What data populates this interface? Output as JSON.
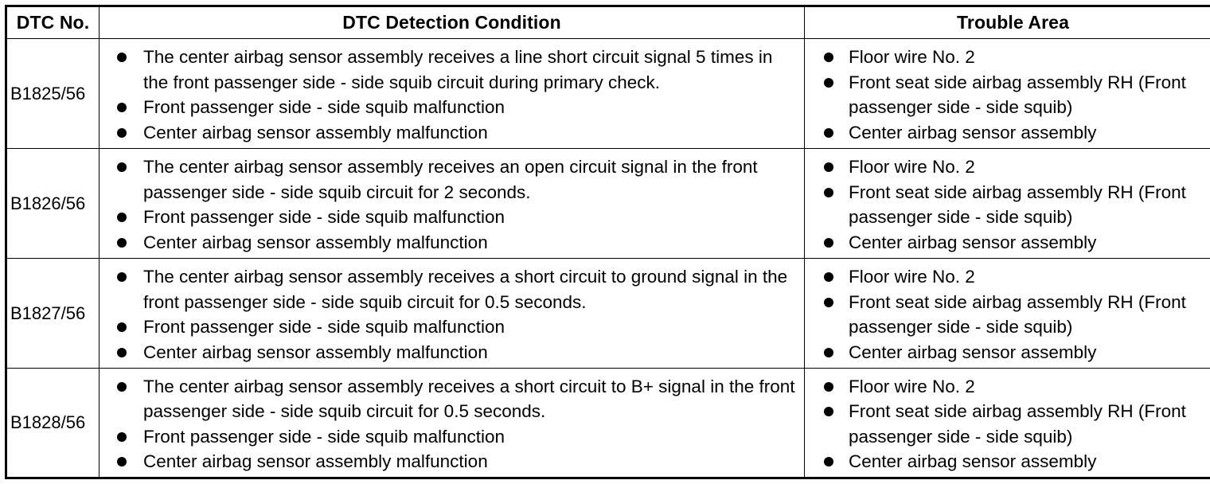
{
  "table": {
    "headers": {
      "code": "DTC No.",
      "condition": "DTC Detection Condition",
      "area": "Trouble Area"
    },
    "rows": [
      {
        "code": "B1825/56",
        "conditions": [
          "The center airbag sensor assembly receives a line short circuit signal 5 times in the front passenger side - side squib circuit during primary check.",
          "Front passenger side - side squib malfunction",
          "Center airbag sensor assembly malfunction"
        ],
        "areas": [
          "Floor wire No. 2",
          "Front seat side airbag assembly RH (Front passenger side - side squib)",
          "Center airbag sensor assembly"
        ]
      },
      {
        "code": "B1826/56",
        "conditions": [
          "The center airbag sensor assembly receives an open circuit signal in the front passenger side - side squib circuit for 2 seconds.",
          "Front passenger side - side squib malfunction",
          "Center airbag sensor assembly malfunction"
        ],
        "areas": [
          "Floor wire No. 2",
          "Front seat side airbag assembly RH (Front passenger side - side squib)",
          "Center airbag sensor assembly"
        ]
      },
      {
        "code": "B1827/56",
        "conditions": [
          "The center airbag sensor assembly receives a short circuit to ground signal in the front passenger side - side squib circuit for 0.5 seconds.",
          "Front passenger side - side squib malfunction",
          "Center airbag sensor assembly malfunction"
        ],
        "areas": [
          "Floor wire No. 2",
          "Front seat side airbag assembly RH (Front passenger side - side squib)",
          "Center airbag sensor assembly"
        ]
      },
      {
        "code": "B1828/56",
        "conditions": [
          "The center airbag sensor assembly receives a short circuit to B+ signal in the front passenger side - side squib circuit for 0.5 seconds.",
          "Front passenger side - side squib malfunction",
          "Center airbag sensor assembly malfunction"
        ],
        "areas": [
          "Floor wire No. 2",
          "Front seat side airbag assembly RH (Front passenger side - side squib)",
          "Center airbag sensor assembly"
        ]
      }
    ]
  }
}
